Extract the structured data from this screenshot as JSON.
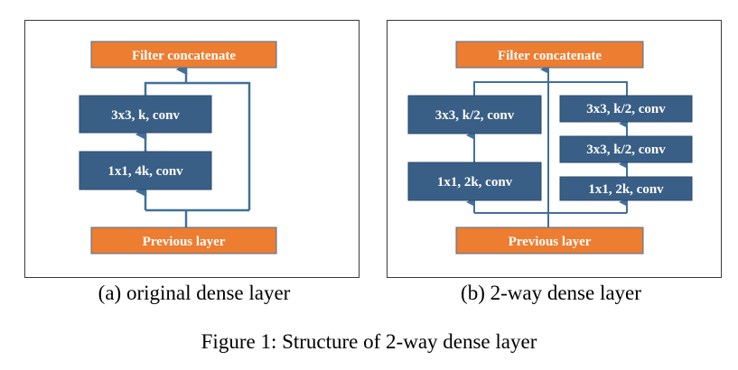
{
  "colors": {
    "orange": "#ED7D31",
    "blue": "#3A5F86",
    "line": "#41709C",
    "frame": "#3a3a3a"
  },
  "panel_a": {
    "filter_concat": "Filter concatenate",
    "conv3": "3x3, k, conv",
    "conv1": "1x1, 4k, conv",
    "previous": "Previous layer",
    "caption": "(a) original dense layer"
  },
  "panel_b": {
    "filter_concat": "Filter concatenate",
    "left_conv3": "3x3, k/2, conv",
    "left_conv1": "1x1, 2k, conv",
    "right_conv3_top": "3x3, k/2, conv",
    "right_conv3_mid": "3x3, k/2, conv",
    "right_conv1": "1x1, 2k, conv",
    "previous": "Previous layer",
    "caption": "(b) 2-way dense layer"
  },
  "figure_caption": "Figure 1: Structure of 2-way dense layer"
}
